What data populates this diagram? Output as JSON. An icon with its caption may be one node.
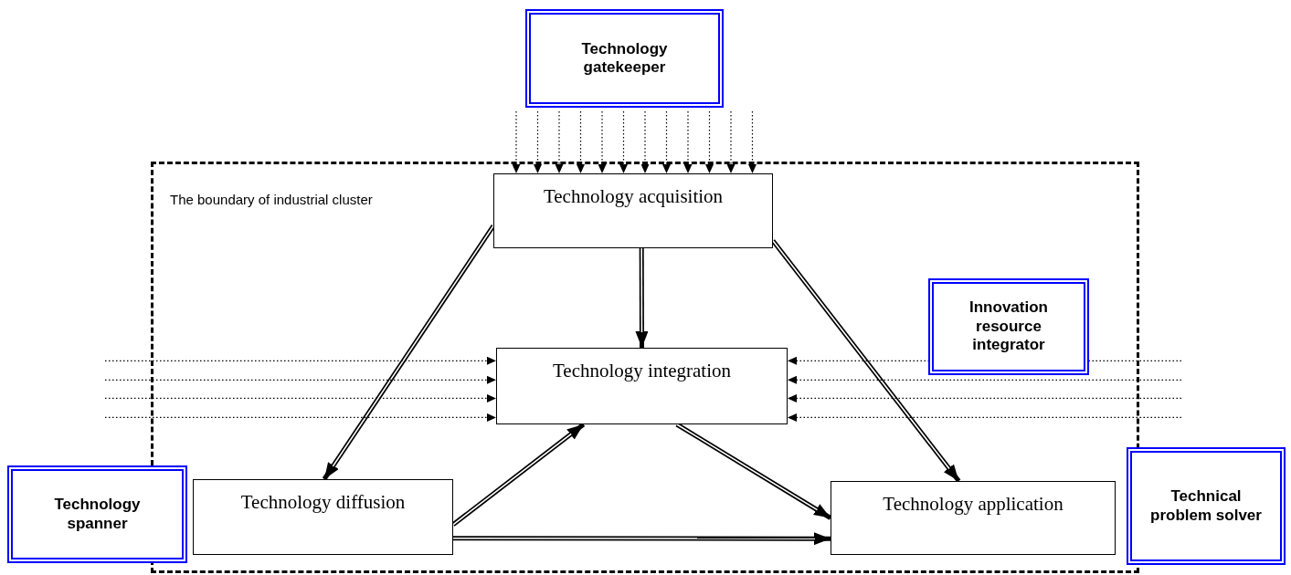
{
  "diagram": {
    "nodes": [
      {
        "text": [
          "The boundary of industrial cluster"
        ]
      },
      {
        "text": [
          "Technology gatekeeper"
        ]
      },
      {
        "text": [
          "Technology acquisition"
        ],
        "in": 0
      },
      {
        "text": [
          "Innovation resource integrator"
        ],
        "in": 0
      },
      {
        "text": [
          "Technology integration"
        ],
        "in": 0
      },
      {
        "text": [
          "Technology spanner"
        ]
      },
      {
        "text": [
          "Technology diffusion"
        ],
        "in": 0
      },
      {
        "text": [
          "Technology application"
        ],
        "in": 0
      },
      {
        "text": [
          "Technical problem solver"
        ]
      }
    ],
    "edges": [
      {
        "from": 2,
        "to": 6,
        "arrow": "to",
        "style": "thick"
      },
      {
        "from": 2,
        "to": 4,
        "arrow": "to",
        "style": "thick"
      },
      {
        "from": 2,
        "to": 7,
        "arrow": "to",
        "style": "thick"
      },
      {
        "from": 6,
        "to": 4,
        "arrow": "to",
        "style": "thick"
      },
      {
        "from": 4,
        "to": 7,
        "arrow": "to",
        "style": "thick"
      },
      {
        "from": 6,
        "to": 7,
        "arrow": "to",
        "style": "thick"
      },
      {
        "from": 1,
        "to": 2,
        "arrow": "to",
        "style": "dashed"
      },
      {
        "from": 1,
        "to": 2,
        "arrow": "to",
        "style": "dashed"
      },
      {
        "from": 1,
        "to": 2,
        "arrow": "to",
        "style": "dashed"
      },
      {
        "from": 1,
        "to": 2,
        "arrow": "to",
        "style": "dashed"
      },
      {
        "from": 1,
        "to": 2,
        "arrow": "to",
        "style": "dashed"
      },
      {
        "from": 1,
        "to": 2,
        "arrow": "to",
        "style": "dashed"
      },
      {
        "from": 1,
        "to": 2,
        "arrow": "to",
        "style": "dashed"
      },
      {
        "from": 1,
        "to": 2,
        "arrow": "to",
        "style": "dashed"
      },
      {
        "from": 1,
        "to": 2,
        "arrow": "to",
        "style": "dashed"
      },
      {
        "from": 1,
        "to": 2,
        "arrow": "to",
        "style": "dashed"
      },
      {
        "from": 1,
        "to": 2,
        "arrow": "to",
        "style": "dashed"
      },
      {
        "from": 1,
        "to": 2,
        "arrow": "to",
        "style": "dashed"
      },
      {
        "from": null,
        "to": 4,
        "arrow": "to",
        "style": "dashed"
      },
      {
        "from": null,
        "to": 4,
        "arrow": "to",
        "style": "dashed"
      },
      {
        "from": null,
        "to": 4,
        "arrow": "to",
        "style": "dashed"
      },
      {
        "from": null,
        "to": 4,
        "arrow": "to",
        "style": "dashed"
      },
      {
        "from": null,
        "to": 4,
        "arrow": "to",
        "style": "dashed"
      },
      {
        "from": null,
        "to": 4,
        "arrow": "to",
        "style": "dashed"
      },
      {
        "from": null,
        "to": 4,
        "arrow": "to",
        "style": "dashed"
      },
      {
        "from": null,
        "to": 4,
        "arrow": "to",
        "style": "dashed"
      }
    ]
  }
}
